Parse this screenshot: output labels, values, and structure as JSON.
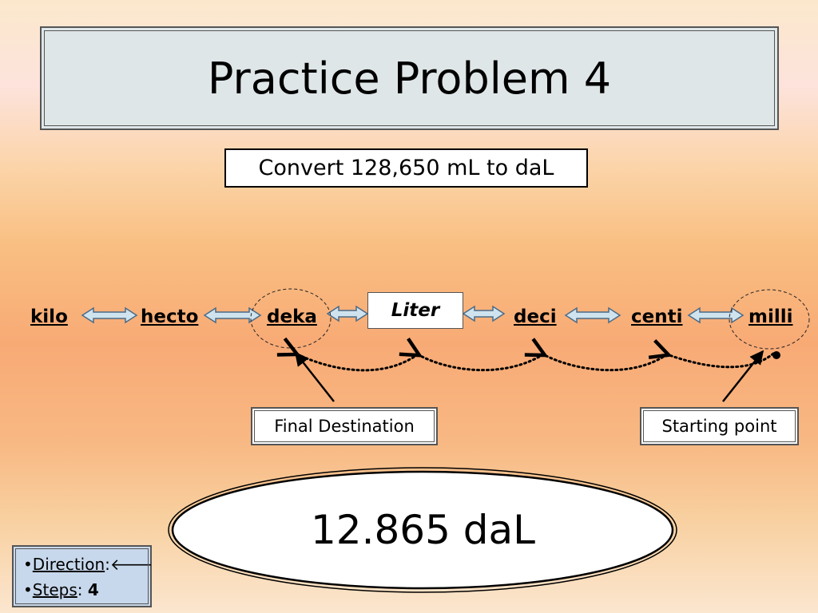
{
  "title": "Practice Problem 4",
  "problem": "Convert 128,650 mL to daL",
  "prefixes": [
    "kilo",
    "hecto",
    "deka",
    "Liter",
    "deci",
    "centi",
    "milli"
  ],
  "labels": {
    "final_destination": "Final Destination",
    "starting_point": "Starting point"
  },
  "answer": "12.865 daL",
  "info": {
    "bullet": "•",
    "direction_label": "Direction",
    "direction_value": "🡐",
    "steps_label": "Steps",
    "steps_value": "4"
  },
  "colors": {
    "arrow_fill": "#cfe3ee",
    "arrow_stroke": "#4a6b88",
    "info_box": "#c8d8ec",
    "title_box": "#dfe6e8"
  }
}
